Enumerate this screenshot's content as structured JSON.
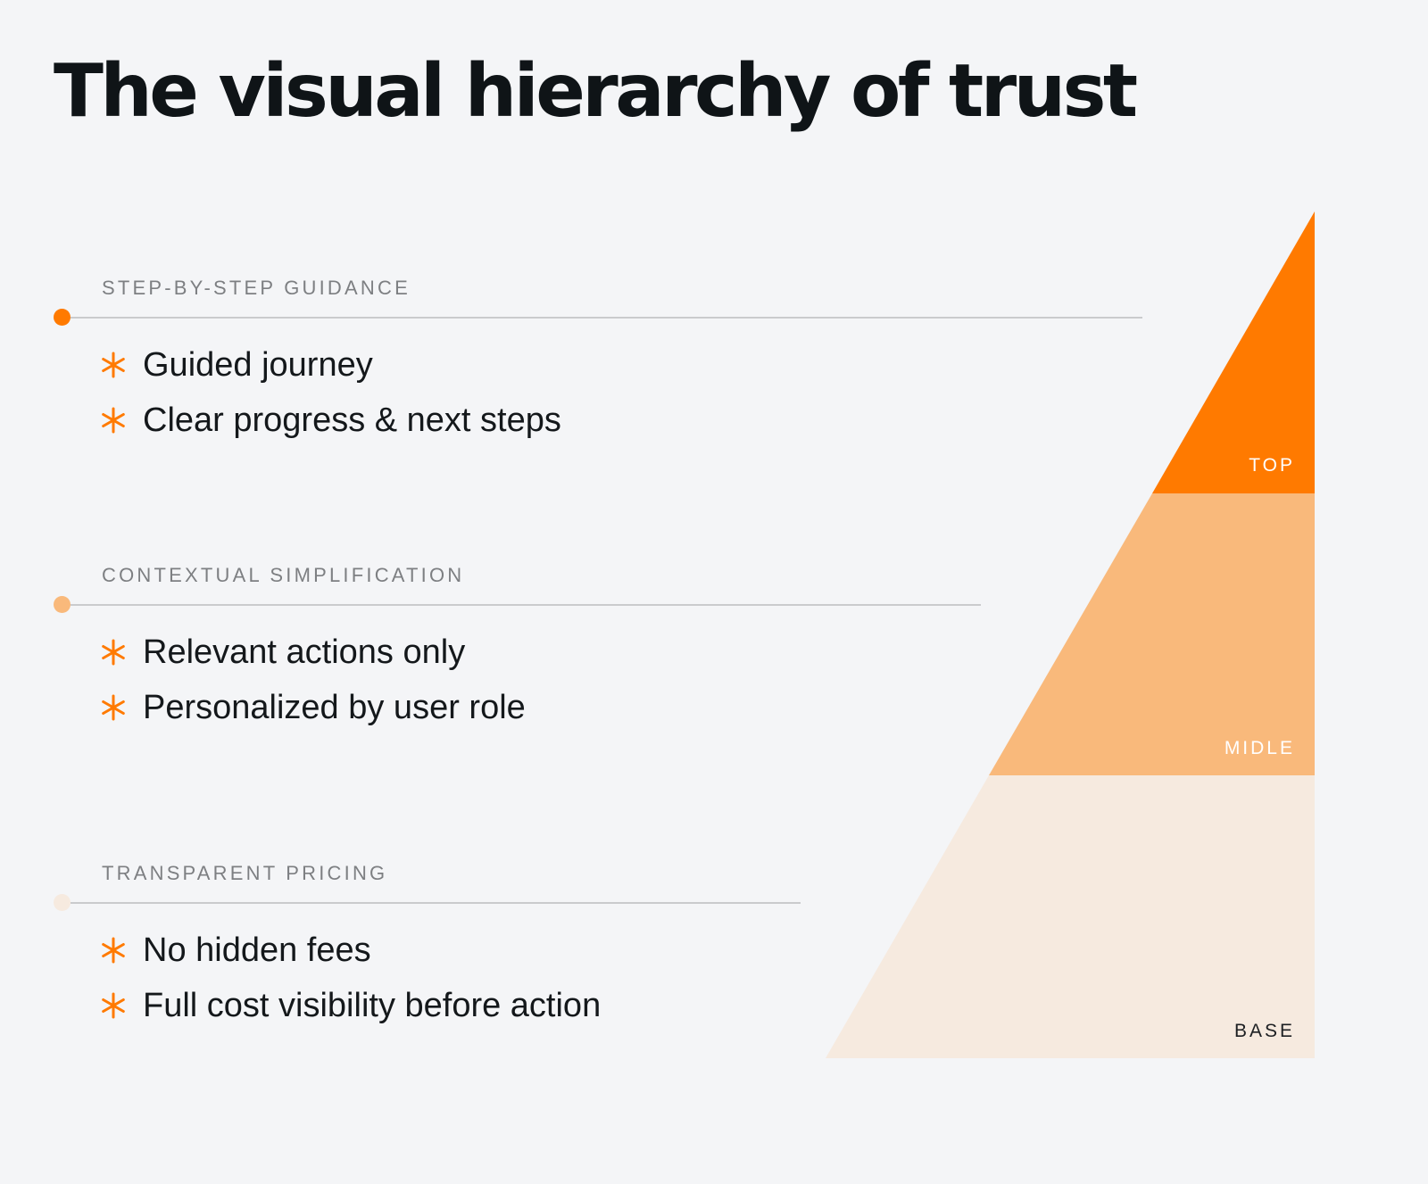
{
  "title": "The visual hierarchy of trust",
  "colors": {
    "background": "#f4f5f7",
    "accent": "#ff7a00",
    "tier_top": "#ff7a00",
    "tier_middle": "#f9b97b",
    "tier_base": "#f6eadf"
  },
  "sections": [
    {
      "heading": "STEP-BY-STEP GUIDANCE",
      "dot_color": "#ff7a00",
      "icon": "asterisk-icon",
      "items": [
        "Guided journey",
        "Clear progress & next steps"
      ]
    },
    {
      "heading": "CONTEXTUAL SIMPLIFICATION",
      "dot_color": "#f9b97b",
      "icon": "asterisk-icon",
      "items": [
        "Relevant actions only",
        "Personalized by user role"
      ]
    },
    {
      "heading": "TRANSPARENT PRICING",
      "dot_color": "#f6eadf",
      "icon": "asterisk-icon",
      "items": [
        "No hidden fees",
        "Full cost visibility before action"
      ]
    }
  ],
  "pyramid": {
    "tiers": [
      {
        "label": "TOP",
        "label_color": "#ffffff"
      },
      {
        "label": "MIDLE",
        "label_color": "#ffffff"
      },
      {
        "label": "BASE",
        "label_color": "#1c1f22"
      }
    ]
  }
}
